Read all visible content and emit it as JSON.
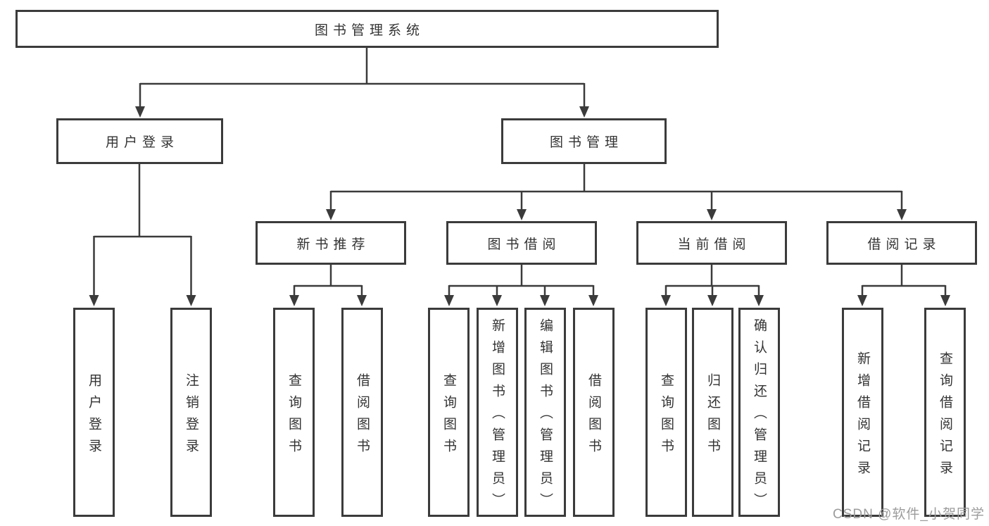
{
  "diagram": {
    "root": "图书管理系统",
    "level2": [
      "用户登录",
      "图书管理"
    ],
    "level3": [
      "新书推荐",
      "图书借阅",
      "当前借阅",
      "借阅记录"
    ],
    "leaves": [
      "用户登录",
      "注销登录",
      "查询图书",
      "借阅图书",
      "查询图书",
      "新增图书（管理员）",
      "编辑图书（管理员）",
      "借阅图书",
      "查询图书",
      "归还图书",
      "确认归还（管理员）",
      "新增借阅记录",
      "查询借阅记录"
    ]
  },
  "watermark": "CSDN @软件_小贺同学",
  "colors": {
    "line": "#3b3b3b",
    "text": "#333333",
    "watermark_text": "#9c9c9c",
    "background": "#ffffff"
  }
}
